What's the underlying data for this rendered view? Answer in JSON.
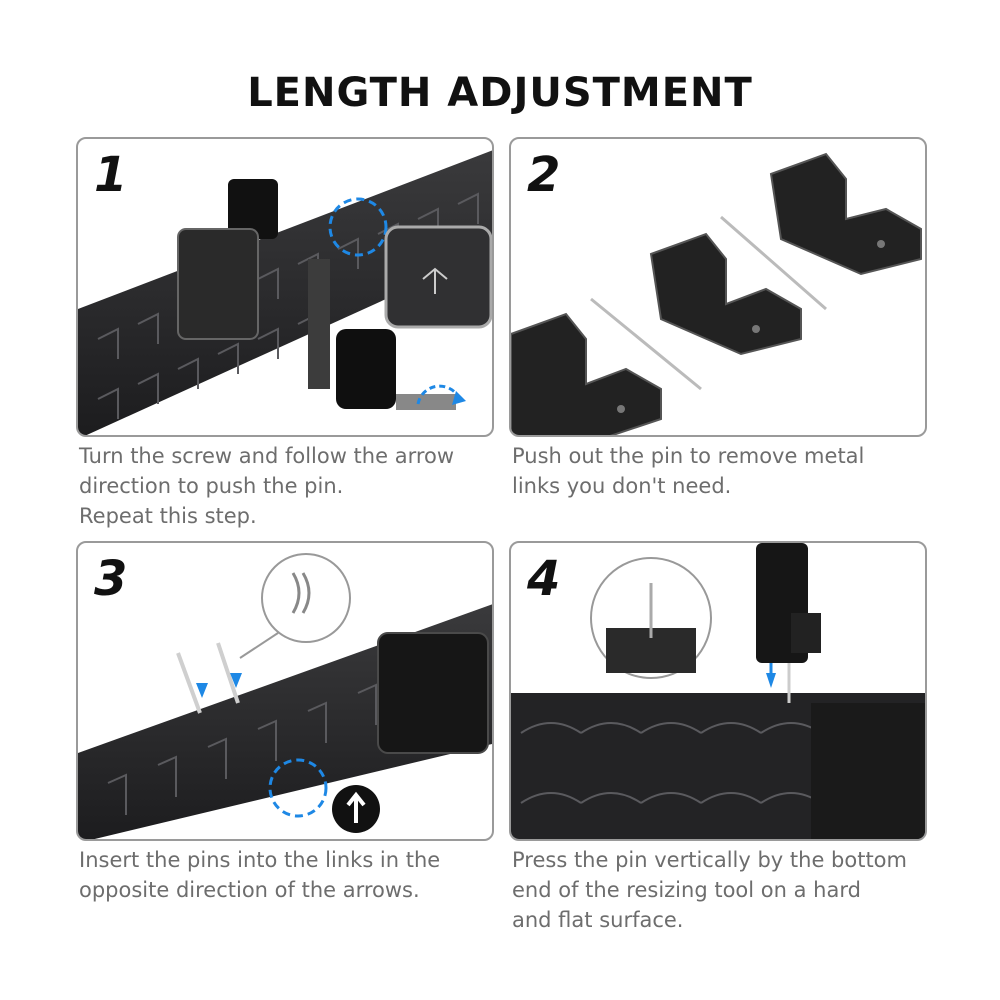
{
  "title": "LENGTH ADJUSTMENT",
  "steps": [
    {
      "number": "1",
      "caption": "Turn the screw and follow the arrow\ndirection to push the pin.\nRepeat this step."
    },
    {
      "number": "2",
      "caption": "Push out the pin to remove metal\nlinks you don't need."
    },
    {
      "number": "3",
      "caption": "Insert the pins into the links in the\nopposite direction of the arrows."
    },
    {
      "number": "4",
      "caption": "Press the pin vertically by the bottom\nend of the resizing tool on a hard\nand flat surface."
    }
  ],
  "colors": {
    "band": "#2c2c2e",
    "band_edge": "#555558",
    "accent": "#1e88e5",
    "border": "#9a9a9a"
  }
}
